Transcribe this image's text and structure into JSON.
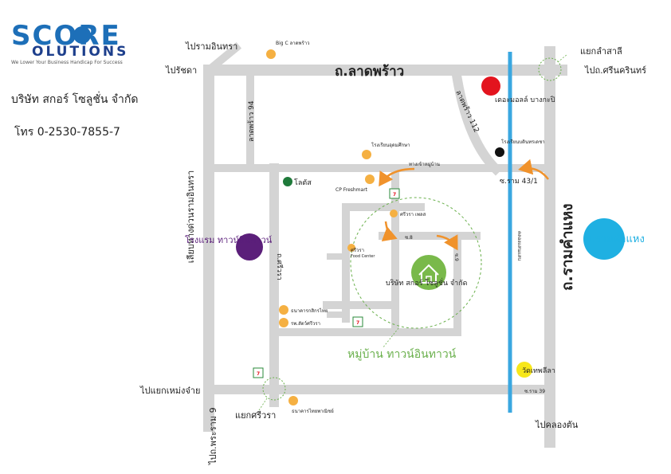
{
  "company": {
    "logo_line1": "SCORE",
    "logo_line2": "OLUTIONS",
    "tagline": "We Lower Your Business Handicap For Success",
    "name": "บริษัท สกอร์ โซลูชั่น จำกัด",
    "phone": "โทร 0-2530-7855-7"
  },
  "roads": {
    "lat_phrao": "ถ.ลาดพร้าว",
    "ramkhamhaeng": "ถ.รามคำแหง",
    "lat_phrao_94": "ลาดพร้าว 94",
    "lat_phrao_112": "ลาดพร้าว 112",
    "sriwara": "ถ.ศรีวรา",
    "expressway": "เลียบทางด่วนรามอินทรา",
    "canal": "คลองแสนแสบ",
    "soi_ram_43_1": "ซ.ราม 43/1",
    "soi_ram_39": "ซ.ราม 39",
    "soi_8": "ซ.8",
    "soi_9": "ซ.9"
  },
  "directions": {
    "to_ram_inthra": "ไปรามอินทรา",
    "to_ratchada": "ไปรัชดา",
    "to_srinakarin": "ไปถ.ศรีนครินทร์",
    "to_mengjai": "ไปแยกเหม่งจ๋าย",
    "to_rama9": "ไปถ.พระราม 9",
    "to_khlong_tan": "ไปคลองตัน"
  },
  "landmarks": {
    "big_c": "Big C ลาดพร้าว",
    "lam_sali": "แยกลำสาลี",
    "the_mall": "เดอะมอลล์ บางกะปิ",
    "school_ram": "โรงเรียนบดินทรเดชา",
    "school_sri": "โรงเรียนอุดมศึกษา",
    "village_entrance": "ทางเข้าหมู่บ้าน",
    "lotus": "โลตัส",
    "cp_freshmart": "CP Freshmart",
    "seven_eleven": "7",
    "sriwara_mall": "ศรีวรา เพลส",
    "sriwara_food": "ศรีวรา",
    "food_center": "Food Center",
    "hotel": "โรงแรม ทาวน์อินทาวน์",
    "office": "บริษัท สกอร์ โซลูชั่น จำกัด",
    "kasikorn": "ธนาคารกสิกรไทย",
    "hospital": "รพ.สัตว์ศรีวรา",
    "scb": "ธนาคารไทยพาณิชย์",
    "village": "หมู่บ้าน ทาวน์อินทาวน์",
    "ramkhamhaeng_u": "ม.รามคำแหง",
    "wat_thep_lila": "วัดเทพลีลา",
    "sriwara_junction": "แยกศรีวรา"
  },
  "colors": {
    "road": "#d4d4d4",
    "canal": "#3aa7e0",
    "orange": "#f5b042",
    "arrow": "#f0922b",
    "red": "#e3141e",
    "purple": "#5b1f7a",
    "green_dark": "#1f7a3a",
    "green_home": "#79b94a",
    "cyan": "#1fb0e2",
    "yellow": "#f7e71a",
    "village_text": "#6ab04c",
    "hotel_text": "#5b1f7a"
  }
}
